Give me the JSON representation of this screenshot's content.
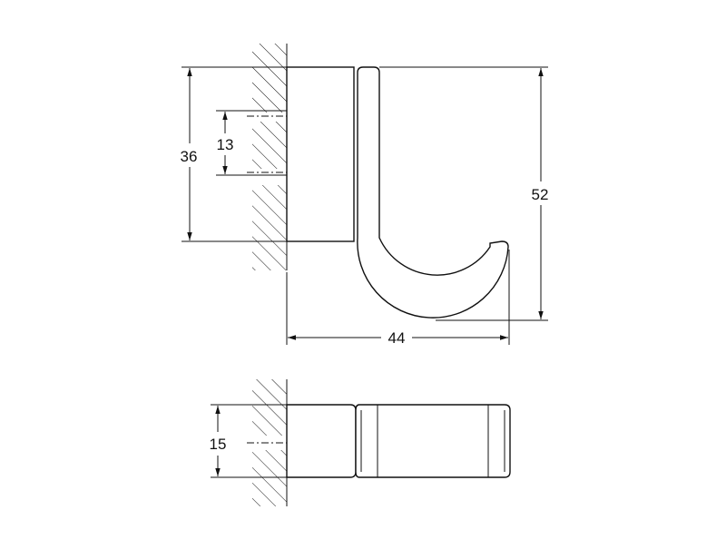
{
  "drawing": {
    "dimensions": {
      "mount_height": "36",
      "screw_spacing": "13",
      "total_height": "52",
      "total_depth": "44",
      "width": "15"
    }
  }
}
